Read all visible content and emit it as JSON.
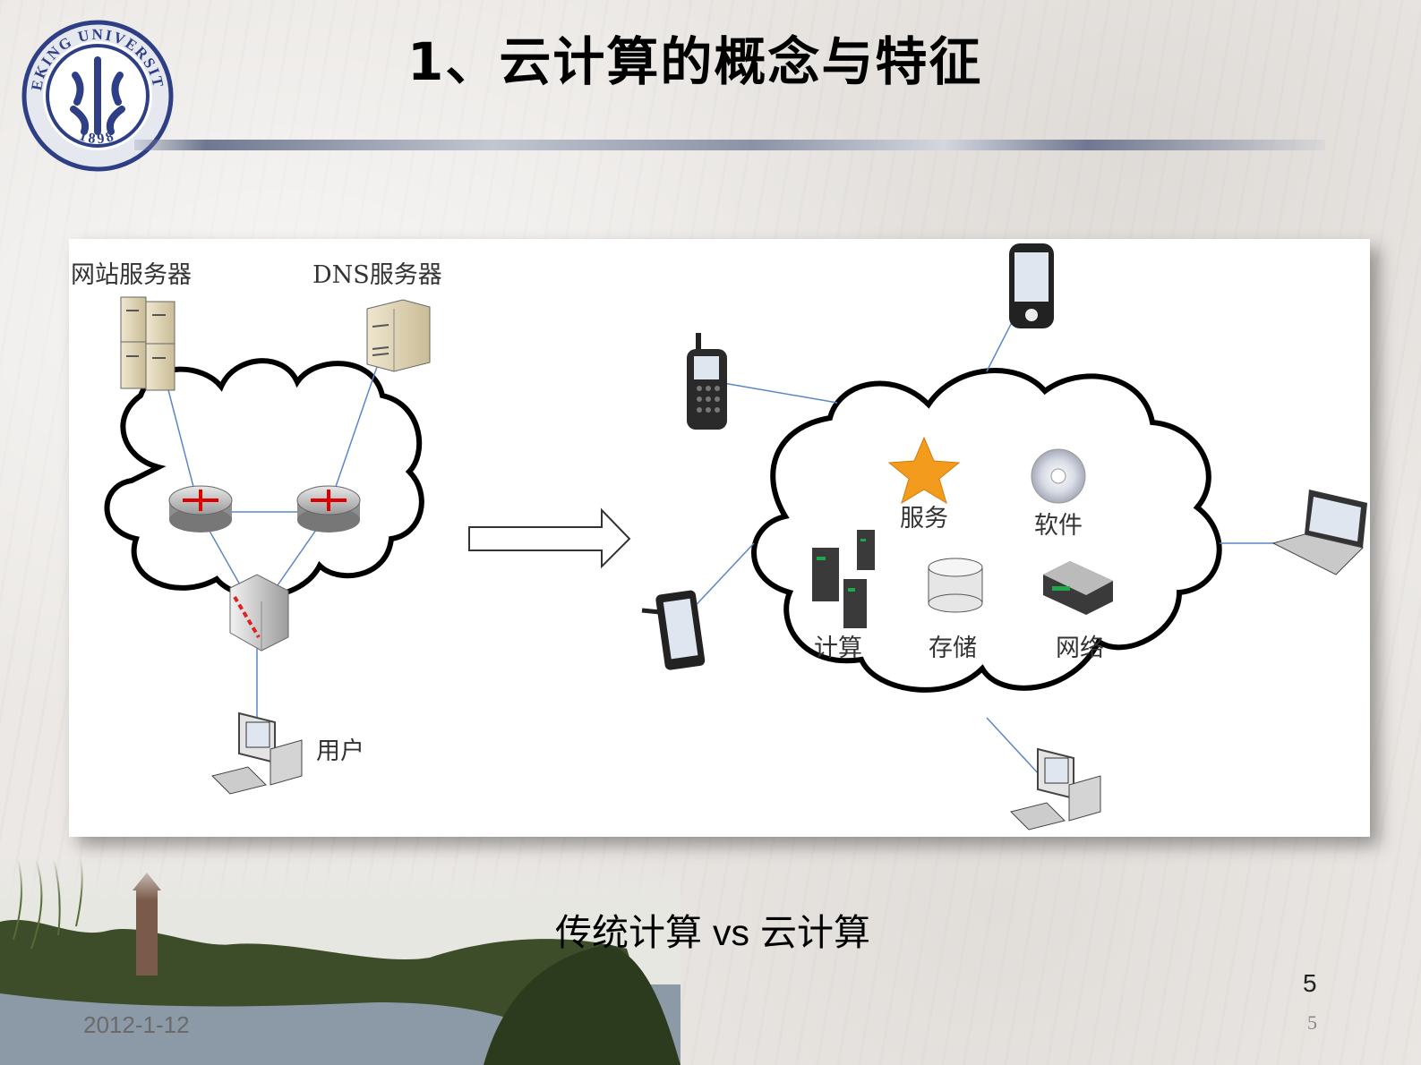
{
  "slide": {
    "title": "1、云计算的概念与特征",
    "caption_left": "传统计算",
    "caption_vs": "vs",
    "caption_right": "云计算",
    "date": "2012-1-12",
    "page_number": "5",
    "page_number_small": "5"
  },
  "logo": {
    "top_text": "PEKING UNIVERSITY",
    "year": "1898"
  },
  "diagram": {
    "traditional": {
      "web_server_label": "网站服务器",
      "dns_server_label": "DNS服务器",
      "user_label": "用户"
    },
    "cloud": {
      "service_label": "服务",
      "software_label": "软件",
      "compute_label": "计算",
      "storage_label": "存储",
      "network_label": "网络"
    }
  },
  "colors": {
    "link_line": "#5b86c8",
    "logo_blue": "#2e3f86",
    "star": "#f29b1d"
  }
}
